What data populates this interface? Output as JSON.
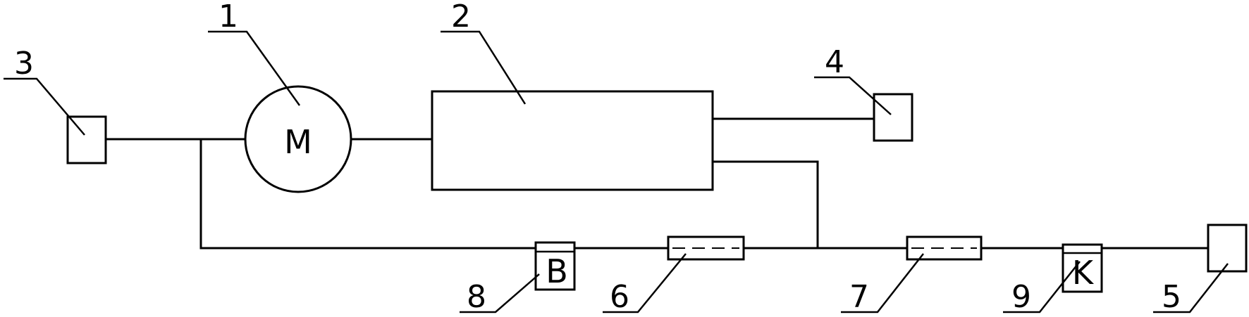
{
  "diagram": {
    "motor_symbol": "M",
    "component_8_symbol": "B",
    "component_9_symbol": "K",
    "labels": {
      "n1": "1",
      "n2": "2",
      "n3": "3",
      "n4": "4",
      "n5": "5",
      "n6": "6",
      "n7": "7",
      "n8": "8",
      "n9": "9"
    }
  }
}
